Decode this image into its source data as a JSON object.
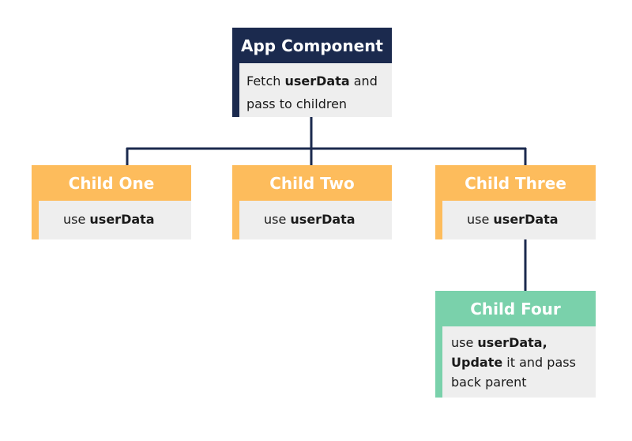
{
  "diagram": {
    "nodes": [
      {
        "id": "app",
        "title": "App Component",
        "body": [
          {
            "text": "Fetch ",
            "bold": false
          },
          {
            "text": "userData",
            "bold": true
          },
          {
            "text": " and",
            "bold": false
          },
          {
            "text": "pass to children",
            "bold": false
          }
        ]
      },
      {
        "id": "child1",
        "title": "Child One",
        "body": [
          {
            "text": "use ",
            "bold": false
          },
          {
            "text": "userData",
            "bold": true
          }
        ]
      },
      {
        "id": "child2",
        "title": "Child Two",
        "body": [
          {
            "text": "use ",
            "bold": false
          },
          {
            "text": "userData",
            "bold": true
          }
        ]
      },
      {
        "id": "child3",
        "title": "Child Three",
        "body": [
          {
            "text": "use ",
            "bold": false
          },
          {
            "text": "userData",
            "bold": true
          }
        ]
      },
      {
        "id": "child4",
        "title": "Child Four",
        "body": [
          {
            "text": "use ",
            "bold": false
          },
          {
            "text": "userData,",
            "bold": true
          },
          {
            "text": "Update",
            "bold": true
          },
          {
            "text": " it and pass",
            "bold": false
          },
          {
            "text": "back parent",
            "bold": false
          }
        ]
      }
    ],
    "edges": [
      {
        "from": "app",
        "to": "child1"
      },
      {
        "from": "app",
        "to": "child2"
      },
      {
        "from": "app",
        "to": "child3"
      },
      {
        "from": "child3",
        "to": "child4"
      }
    ],
    "colors": {
      "app": "#1b2a4e",
      "child": "#fdbc5c",
      "child_four": "#7ad1ab",
      "body_bg": "#eeeeee",
      "connector": "#1b2a4e"
    }
  }
}
